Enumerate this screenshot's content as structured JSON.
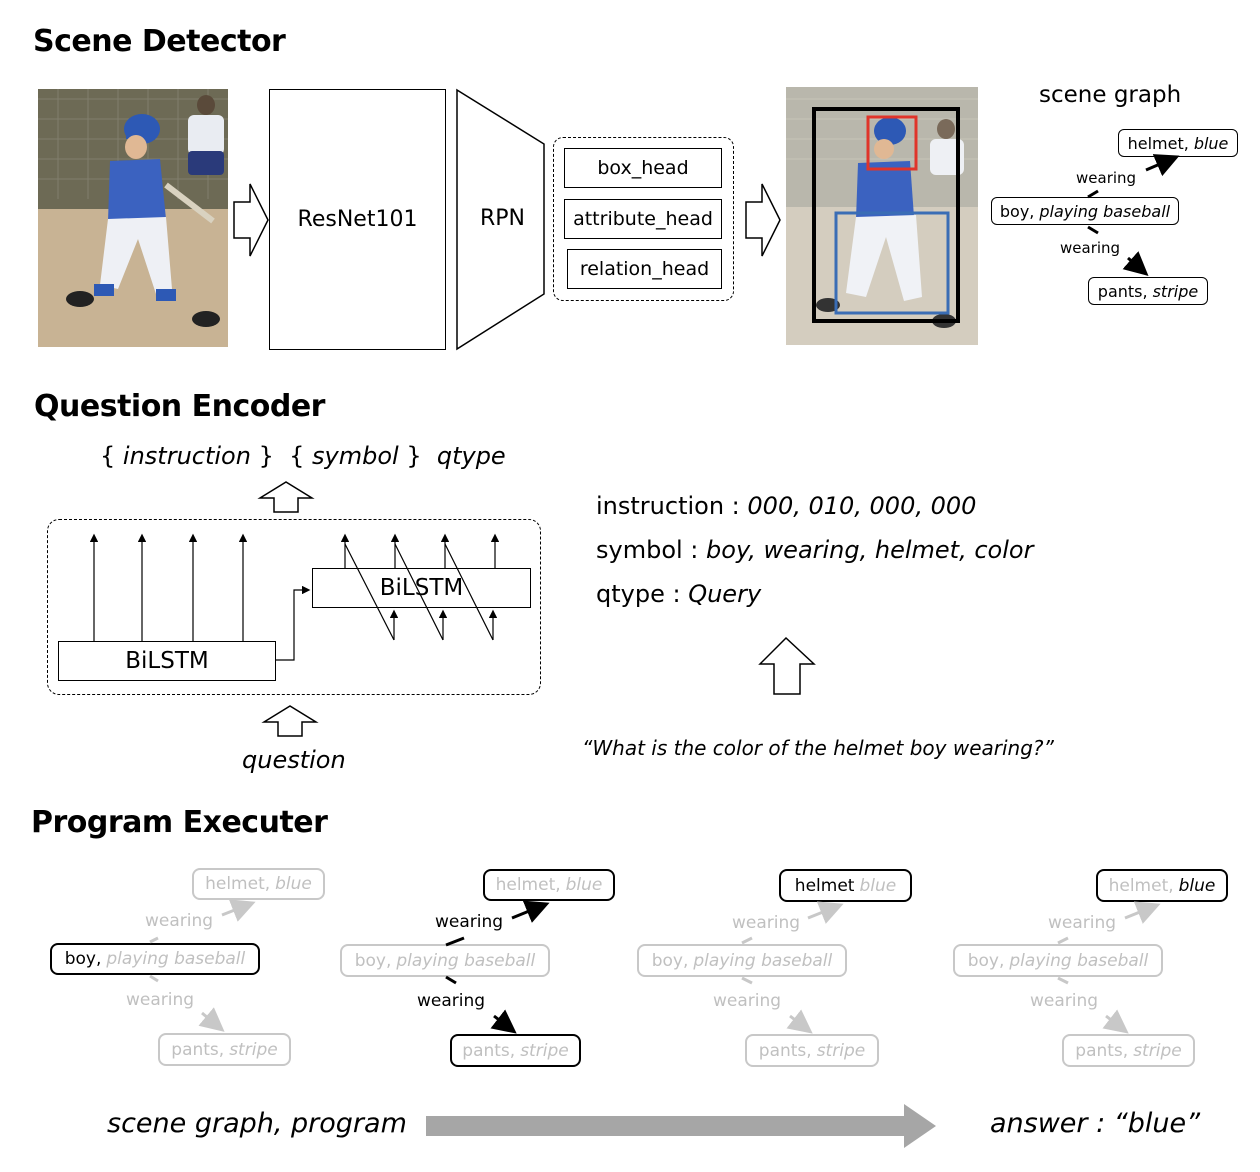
{
  "scene_detector": {
    "title": "Scene Detector",
    "backbone": "ResNet101",
    "rpn": "RPN",
    "heads": [
      "box_head",
      "attribute_head",
      "relation_head"
    ],
    "scene_graph_label": "scene graph",
    "graph": {
      "helmet": {
        "name": "helmet,",
        "attr": "blue"
      },
      "boy": {
        "name": "boy,",
        "attr": "playing baseball"
      },
      "pants": {
        "name": "pants,",
        "attr": "stripe"
      },
      "edge_top": "wearing",
      "edge_bottom": "wearing"
    },
    "box_colors": {
      "person": "#000000",
      "helmet": "#e0342a",
      "pants": "#3a6db5"
    }
  },
  "question_encoder": {
    "title": "Question Encoder",
    "outputs": {
      "instruction": "instruction",
      "symbol": "symbol",
      "qtype": "qtype"
    },
    "bilstm_1": "BiLSTM",
    "bilstm_2": "BiLSTM",
    "input_label": "question",
    "result": {
      "instruction_key": "instruction :",
      "instruction_val": "000, 010, 000, 000",
      "symbol_key": "symbol :",
      "symbol_val": "boy, wearing, helmet, color",
      "qtype_key": "qtype :",
      "qtype_val": "Query"
    },
    "question_text": "“What is the color of the helmet boy wearing?”"
  },
  "program_executer": {
    "title": "Program Executer",
    "steps": [
      {
        "helmet": "helmet,",
        "helmet_attr": "blue",
        "edge1": "wearing",
        "boy": "boy,",
        "boy_attr": "playing baseball",
        "edge2": "wearing",
        "pants": "pants,",
        "pants_attr": "stripe"
      },
      {
        "helmet": "helmet,",
        "helmet_attr": "blue",
        "edge1": "wearing",
        "boy": "boy,",
        "boy_attr": "playing baseball",
        "edge2": "wearing",
        "pants": "pants,",
        "pants_attr": "stripe"
      },
      {
        "helmet": "helmet",
        "helmet_attr": "blue",
        "edge1": "wearing",
        "boy": "boy,",
        "boy_attr": "playing baseball",
        "edge2": "wearing",
        "pants": "pants,",
        "pants_attr": "stripe"
      },
      {
        "helmet": "helmet,",
        "helmet_attr": "blue",
        "edge1": "wearing",
        "boy": "boy,",
        "boy_attr": "playing baseball",
        "edge2": "wearing",
        "pants": "pants,",
        "pants_attr": "stripe"
      }
    ],
    "input_label": "scene graph, program",
    "answer_label": "answer : “blue”"
  }
}
